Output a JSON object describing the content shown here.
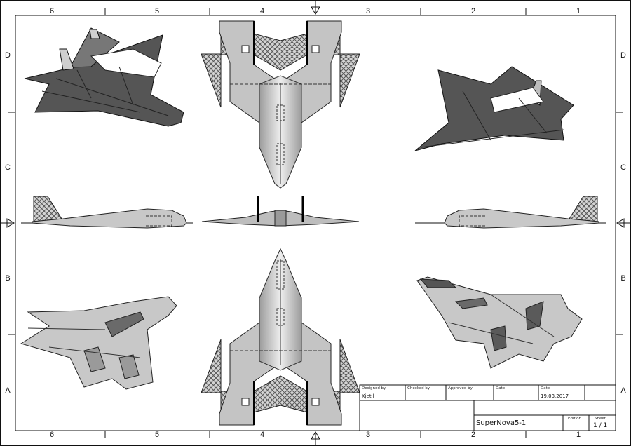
{
  "sheet": {
    "zone_columns": [
      "6",
      "5",
      "4",
      "3",
      "2",
      "1"
    ],
    "zone_rows": [
      "D",
      "C",
      "B",
      "A"
    ]
  },
  "title_block": {
    "designed_by_label": "Designed by",
    "designed_by_value": "Kjetil",
    "checked_by_label": "Checked by",
    "approved_by_label": "Approved by",
    "approved_date_label": "Date",
    "date_label": "Date",
    "date_value": "19.03.2017",
    "title": "SuperNova5-1",
    "edition_label": "Edition",
    "sheet_label": "Sheet",
    "sheet_value": "1 / 1"
  },
  "colors": {
    "paper": "#ffffff",
    "line": "#111111",
    "dark_panel": "#555555",
    "light_panel": "#c9c9c9",
    "mid_panel": "#a9a9a9"
  }
}
